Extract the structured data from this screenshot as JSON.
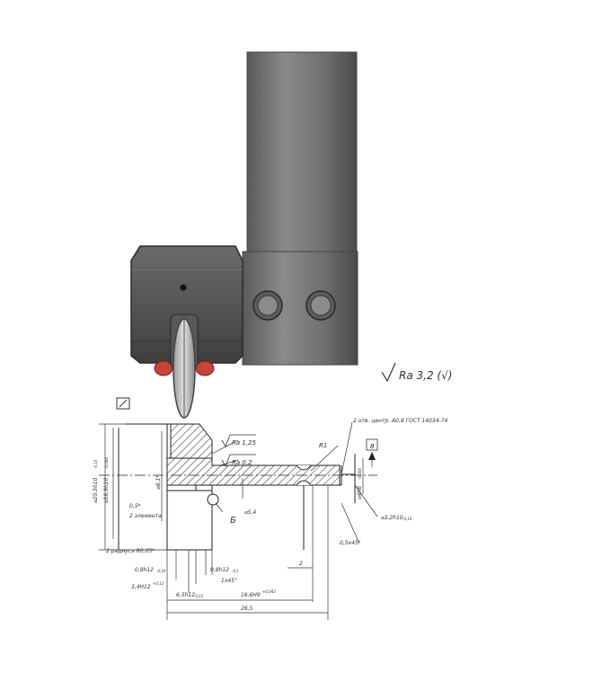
{
  "surface_finish_general": "Ra 3,2 (√)",
  "drawing": {
    "base_marker": "В",
    "section_marker": "Б",
    "centre_holes_note": "2 отв. центр. А0,8 ГОСТ 14034-74",
    "radius_r1": "R1",
    "roughness_1": "Ra 1,25",
    "roughness_2": "Ra 0,2",
    "dia_outer": "⌀20,5h10",
    "dia_outer_tol": "-0,10",
    "dia_bore": "⌀18,9h10",
    "dia_bore_tol": "-0,084",
    "dia_mid": "⌀8,1*",
    "dia_shaft": "⌀5,4",
    "dia_end": "⌀4h6",
    "dia_end_tol": "-0,008",
    "chamfer_05": "0,5*",
    "two_elements": "2 элемента",
    "two_radii": "2 радиуса R0,05*",
    "dim_08_a": "0,8h12",
    "dim_08_a_tol": "-0,10",
    "dim_34": "3,4H12",
    "dim_34_tol": "+0,12",
    "dim_65": "6,5h12",
    "dim_65_tol": "-0,15",
    "dim_08_b": "0,8h12",
    "dim_08_b_tol": "-0,1",
    "dim_1x45": "1х45°",
    "dim_166": "16,6H9",
    "dim_166_tol": "+0,043",
    "dim_265": "26,5",
    "dim_2": "2",
    "dim_05x45": "0,5х45°",
    "dim_32": "⌀3,2h10",
    "dim_32_tol": "-0,10"
  },
  "colors": {
    "metal": "#6e6e6e",
    "metal_dark": "#3c3c3c",
    "red_part": "#c8433a",
    "hatch": "#222222"
  }
}
